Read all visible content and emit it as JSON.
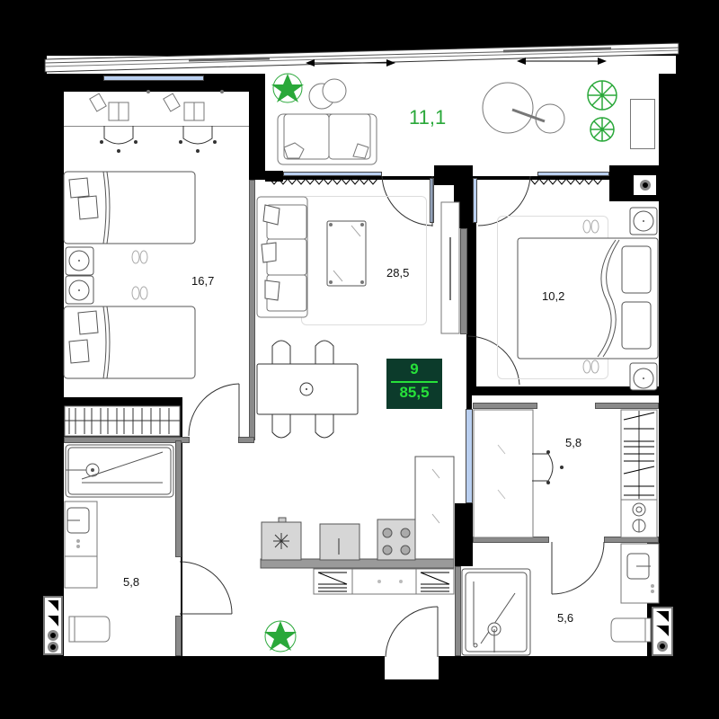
{
  "plan": {
    "type": "apartment-floor-plan",
    "summary_badge": {
      "floor": "9",
      "total_area": "85,5",
      "bg_color": "#0c3b2b",
      "text_color": "#27e13a"
    },
    "rooms": [
      {
        "id": "balcony",
        "name": "balcony",
        "area": "11,1",
        "color": "#2aa83a"
      },
      {
        "id": "kids-bedroom",
        "name": "bedroom-twin",
        "area": "16,7"
      },
      {
        "id": "living-kitchen",
        "name": "living-kitchen",
        "area": "28,5"
      },
      {
        "id": "master-bedroom",
        "name": "bedroom",
        "area": "10,2"
      },
      {
        "id": "study",
        "name": "study-wardrobe",
        "area": "5,8"
      },
      {
        "id": "bathroom-left",
        "name": "bathroom",
        "area": "5,8"
      },
      {
        "id": "bathroom-right",
        "name": "shower-room",
        "area": "5,6"
      }
    ],
    "colors": {
      "wall": "#000000",
      "floor": "#ffffff",
      "partition": "#8a8a8a",
      "window_glass": "#b9cff0",
      "plant": "#2aa83a"
    }
  }
}
